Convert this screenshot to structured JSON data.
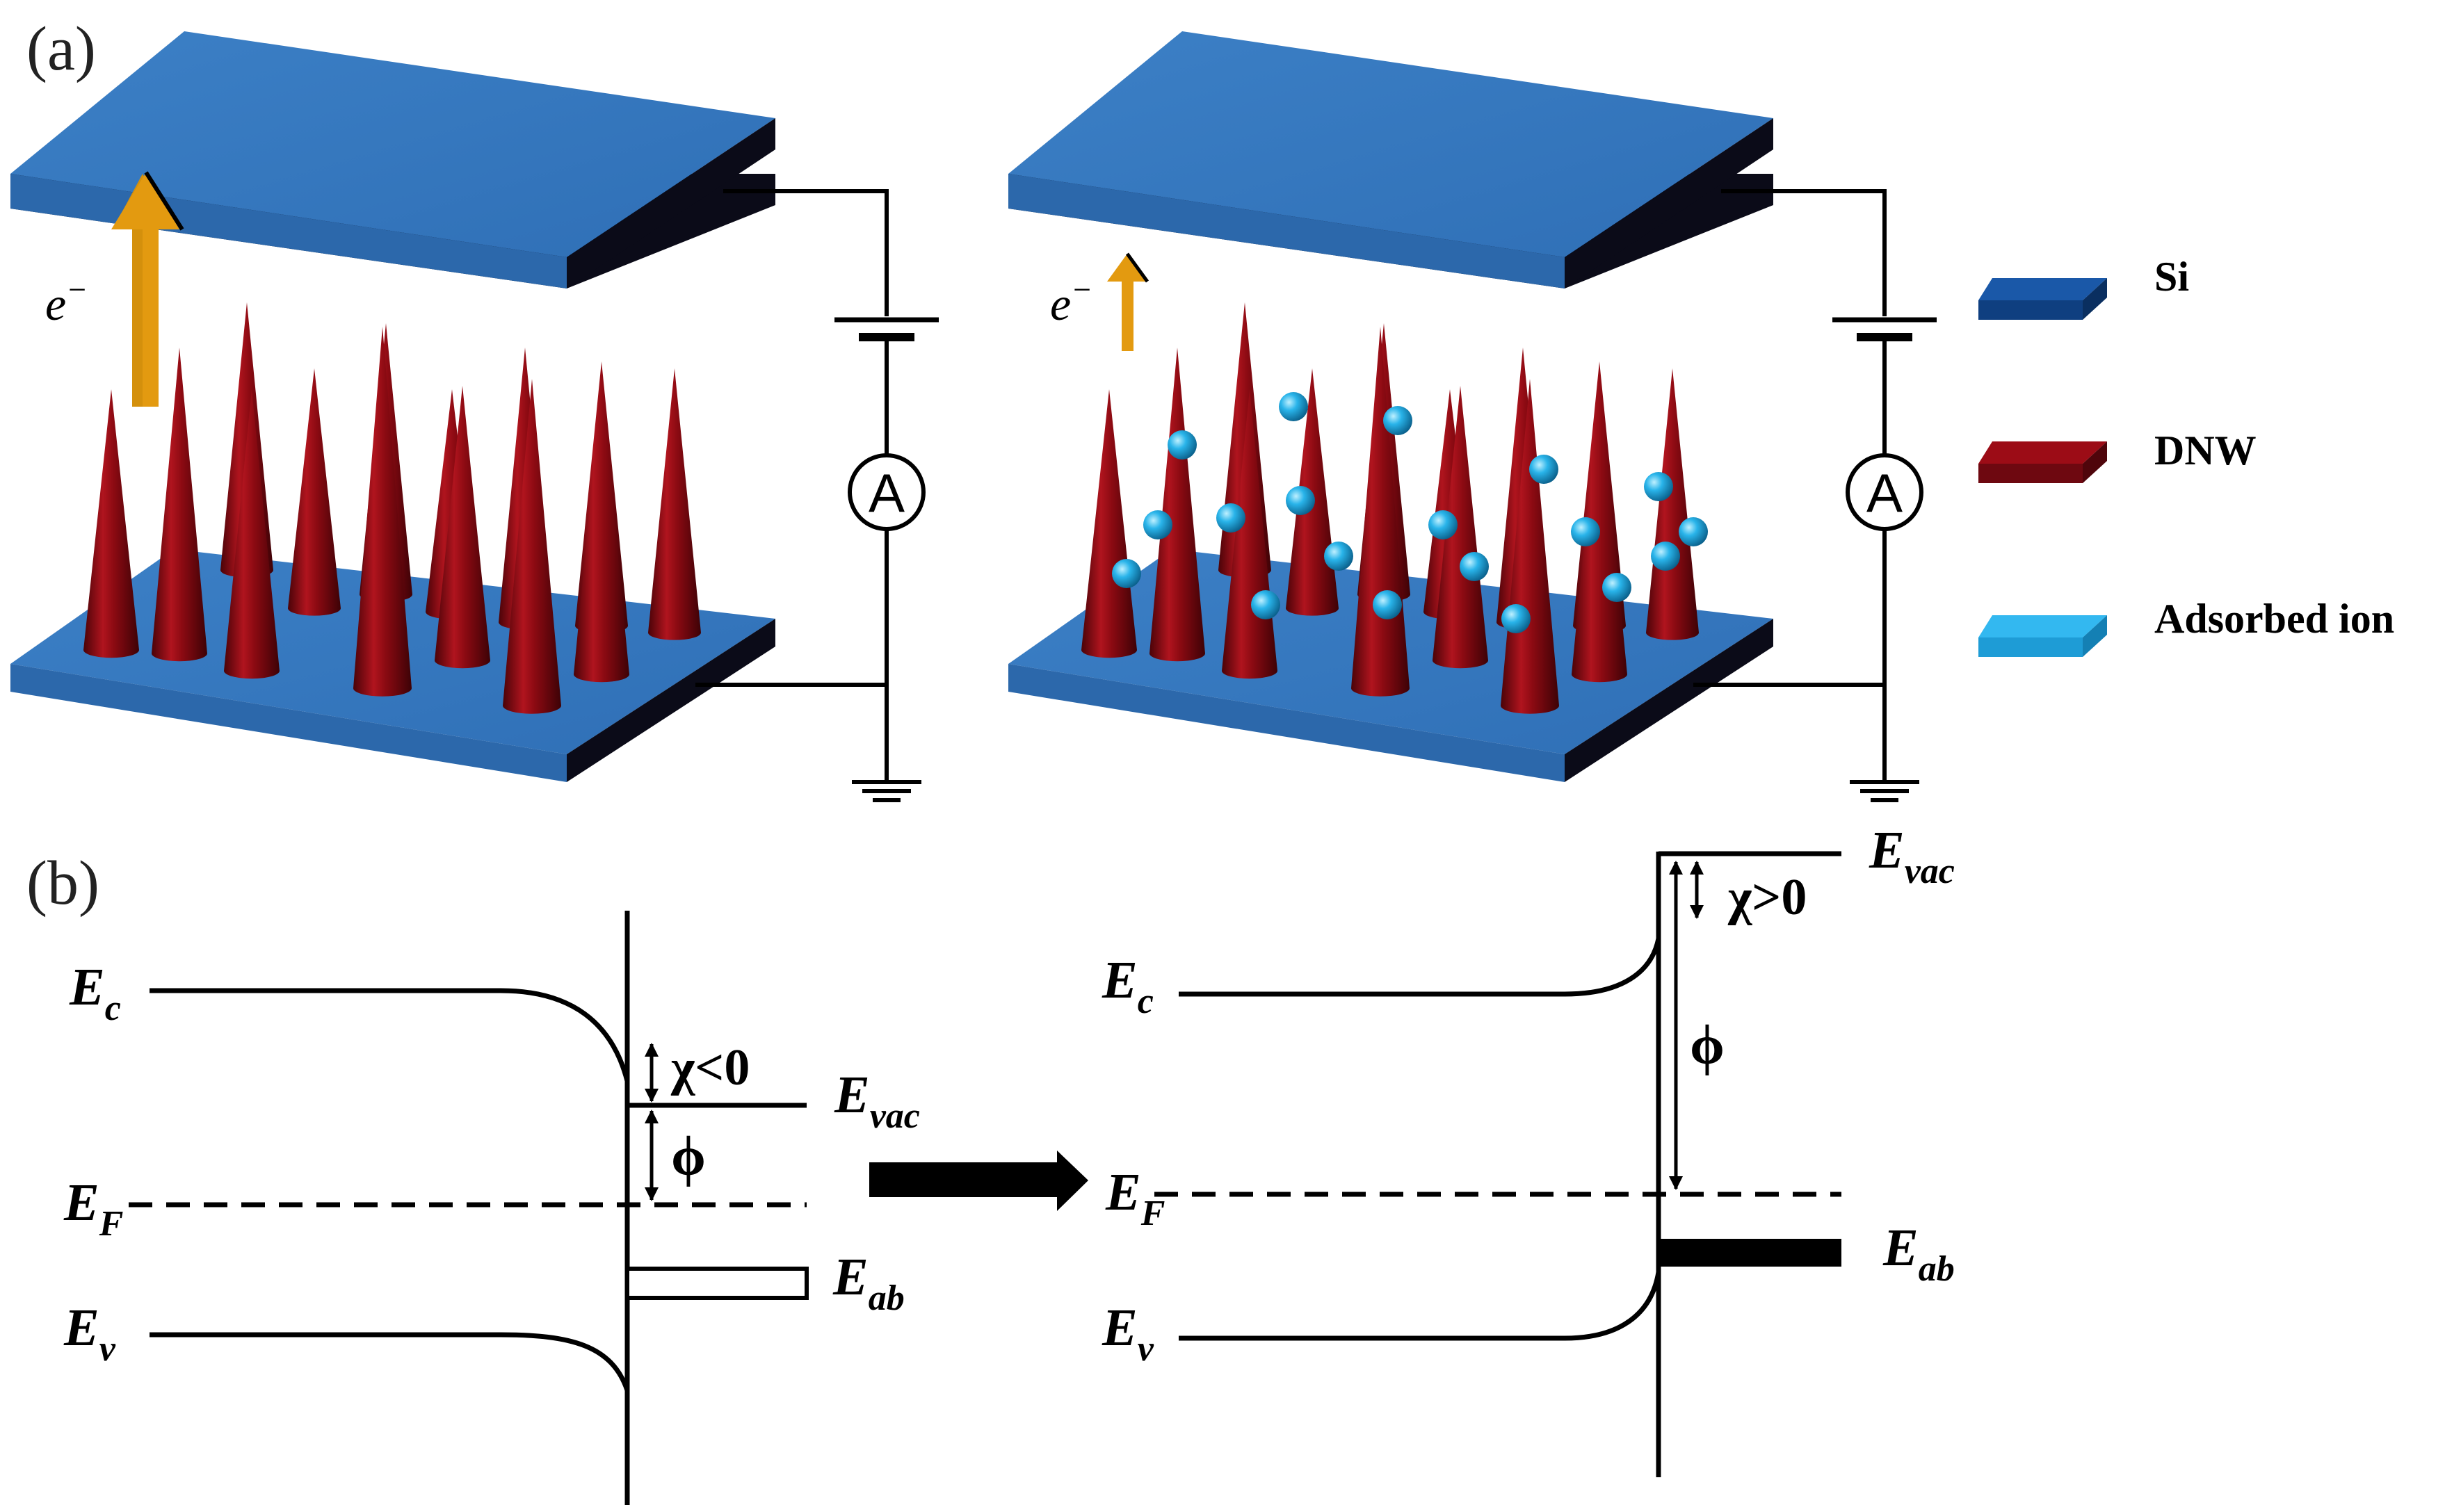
{
  "panel_labels": {
    "a": "(a)",
    "b": "(b)"
  },
  "electron": {
    "symbol": "e",
    "superscript": "−"
  },
  "ammeter": {
    "label": "A"
  },
  "legend": [
    {
      "label": "Si",
      "color": "#1f5aa6"
    },
    {
      "label": "DNW",
      "color": "#8b0a12"
    },
    {
      "label": "Adsorbed ion",
      "color": "#29b4ea"
    }
  ],
  "colors": {
    "si_top": "#3a7cc2",
    "si_side": "#0a0a1a",
    "dnw": "#8b0a12",
    "ion": "#29b4ea",
    "arrow": "#d4900c"
  },
  "band_left": {
    "Ec": {
      "main": "E",
      "sub": "c"
    },
    "EF": {
      "main": "E",
      "sub": "F"
    },
    "Ev": {
      "main": "E",
      "sub": "v"
    },
    "Evac": {
      "main": "E",
      "sub": "vac"
    },
    "Eab": {
      "main": "E",
      "sub": "ab"
    },
    "chi": "χ<0",
    "phi": "ϕ"
  },
  "band_right": {
    "Ec": {
      "main": "E",
      "sub": "c"
    },
    "EF": {
      "main": "E",
      "sub": "F"
    },
    "Ev": {
      "main": "E",
      "sub": "v"
    },
    "Evac": {
      "main": "E",
      "sub": "vac"
    },
    "Eab": {
      "main": "E",
      "sub": "ab"
    },
    "chi": "χ>0",
    "phi": "ϕ"
  }
}
